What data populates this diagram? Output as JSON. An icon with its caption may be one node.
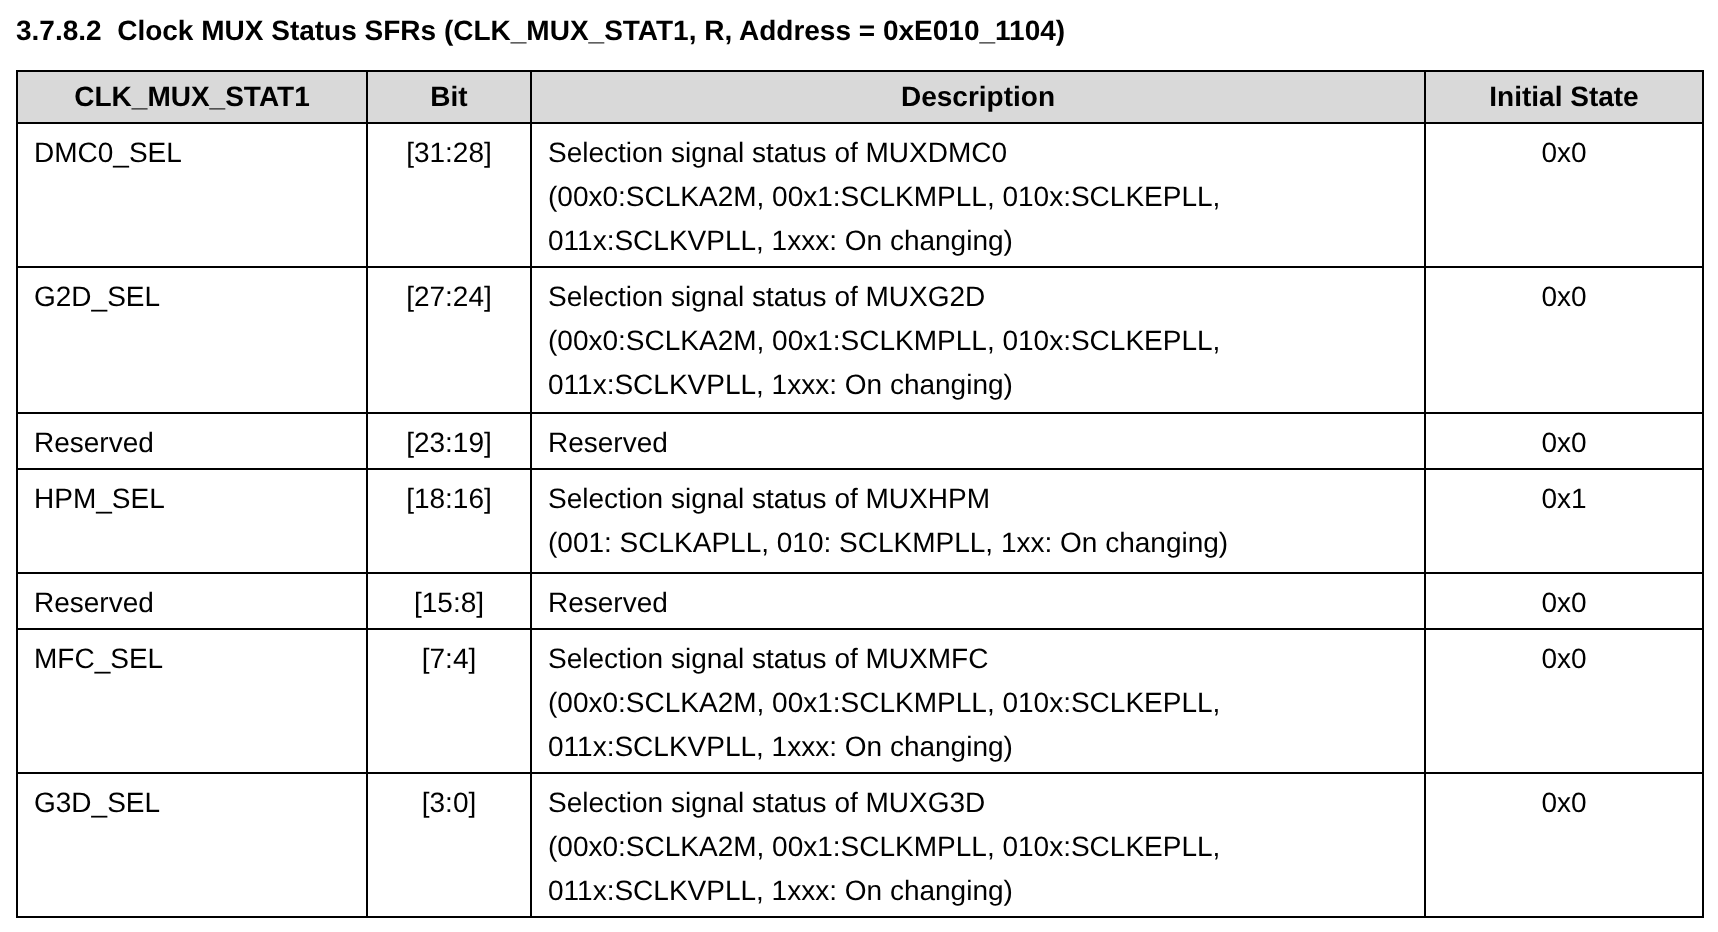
{
  "diagram": {
    "title": "3.7.8.2  Clock MUX Status SFRs (CLK_MUX_STAT1, R, Address = 0xE010_1104)",
    "labels": [
      "CLK_MUX_STAT1",
      "Bit",
      "Description",
      "Initial State",
      "DMC0_SEL",
      "[31:28]",
      "Selection signal status of MUXDMC0",
      "(00x0:SCLKA2M, 00x1:SCLKMPLL, 010x:SCLKEPLL, 011x:SCLKVPLL, 1xxx: On changing)",
      "0x0",
      "G2D_SEL",
      "[27:24]",
      "Selection signal status of MUXG2D",
      "(00x0:SCLKA2M, 00x1:SCLKMPLL, 010x:SCLKEPLL, 011x:SCLKVPLL, 1xxx: On changing)",
      "0x0",
      "Reserved",
      "[23:19]",
      "Reserved",
      "0x0",
      "HPM_SEL",
      "[18:16]",
      "Selection signal status of MUXHPM",
      "(001: SCLKAPLL, 010: SCLKMPLL, 1xx: On changing)",
      "0x1",
      "Reserved",
      "[15:8]",
      "Reserved",
      "0x0",
      "MFC_SEL",
      "[7:4]",
      "Selection signal status of MUXMFC",
      "(00x0:SCLKA2M, 00x1:SCLKMPLL, 010x:SCLKEPLL, 011x:SCLKVPLL, 1xxx: On changing)",
      "0x0",
      "G3D_SEL",
      "[3:0]",
      "Selection signal status of MUXG3D",
      "(00x0:SCLKA2M, 00x1:SCLKMPLL, 010x:SCLKEPLL, 011x:SCLKVPLL, 1xxx: On changing)",
      "0x0"
    ]
  }
}
